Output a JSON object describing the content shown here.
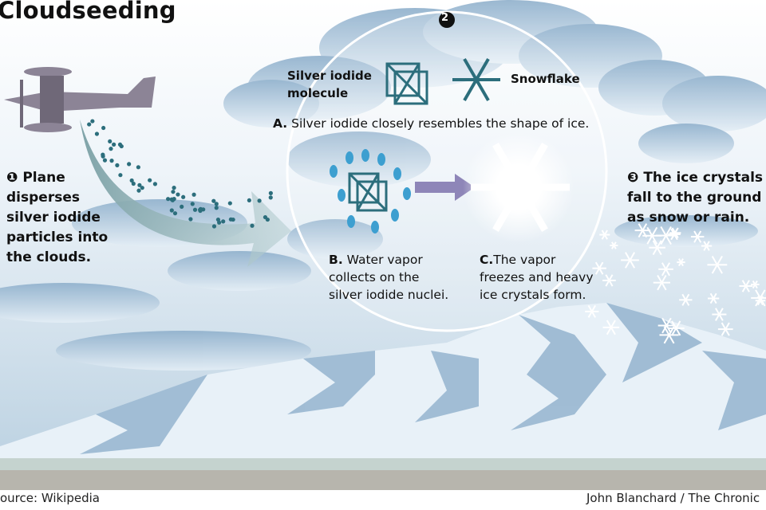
{
  "title": "Cloudseeding",
  "step1": {
    "badge": "❶",
    "lines": [
      "Plane",
      "disperses",
      "silver iodide",
      "particles into",
      "the clouds."
    ]
  },
  "step2": {
    "badge": "❷"
  },
  "step3": {
    "badge": "❸",
    "lines": [
      "The ice crystals",
      "fall to the ground",
      "as snow or rain."
    ]
  },
  "molecule_label": [
    "Silver iodide",
    "molecule"
  ],
  "snowflake_label": "Snowflake",
  "stepA": {
    "letter": "A.",
    "text": "Silver iodide closely resembles the shape of ice."
  },
  "stepB": {
    "letter": "B.",
    "lines": [
      "Water vapor",
      "collects on the",
      "silver iodide nuclei."
    ]
  },
  "stepC": {
    "letter": "C.",
    "lines": [
      "The vapor",
      "freezes and heavy",
      "ice crystals form."
    ]
  },
  "footer": {
    "source": "ource: Wikipedia",
    "credit": "John Blanchard / The Chronic"
  },
  "colors": {
    "teal": "#2c6e7c",
    "plane": "#8c8496",
    "cloud": "#a9c2d8",
    "arrow": "#8fb0b6"
  }
}
